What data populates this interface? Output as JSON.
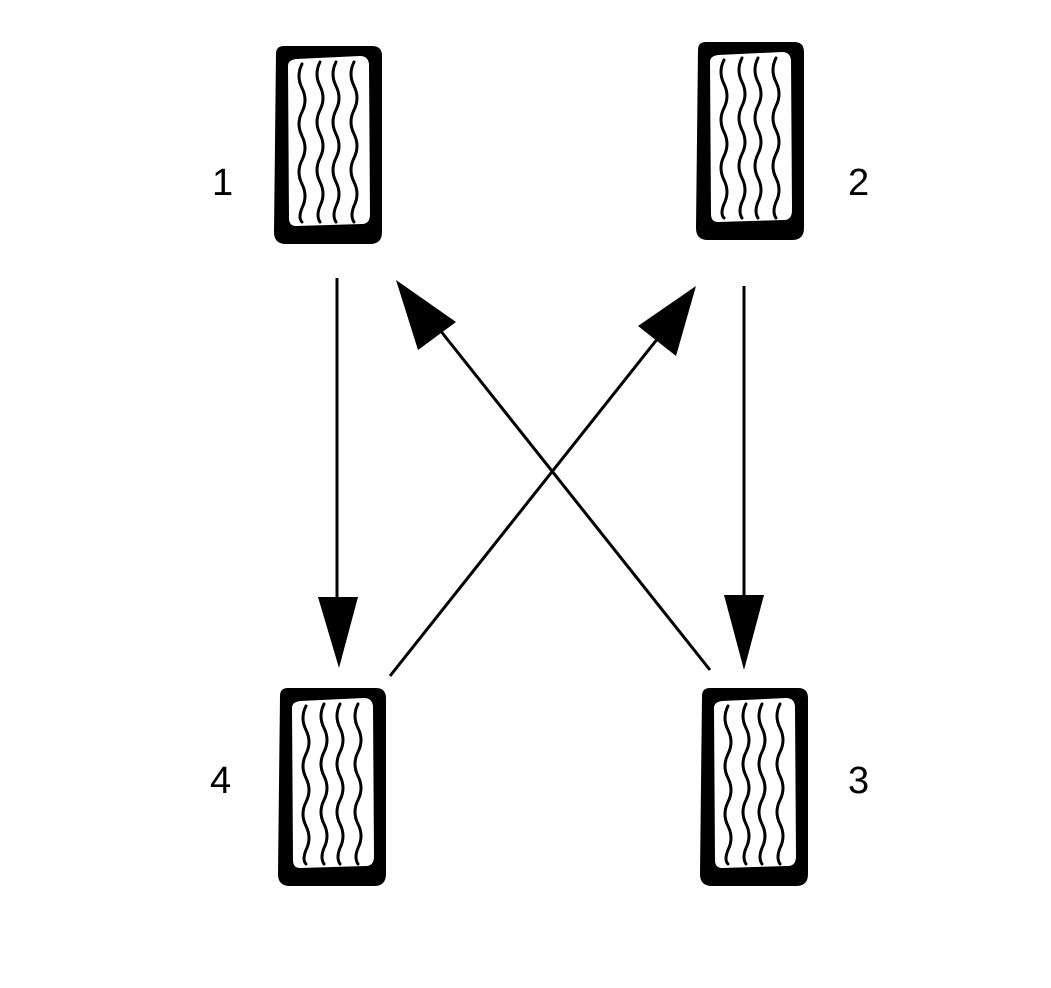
{
  "tires": [
    {
      "label": "1"
    },
    {
      "label": "2"
    },
    {
      "label": "3"
    },
    {
      "label": "4"
    }
  ],
  "colors": {
    "ink": "#000000",
    "background": "#ffffff"
  }
}
